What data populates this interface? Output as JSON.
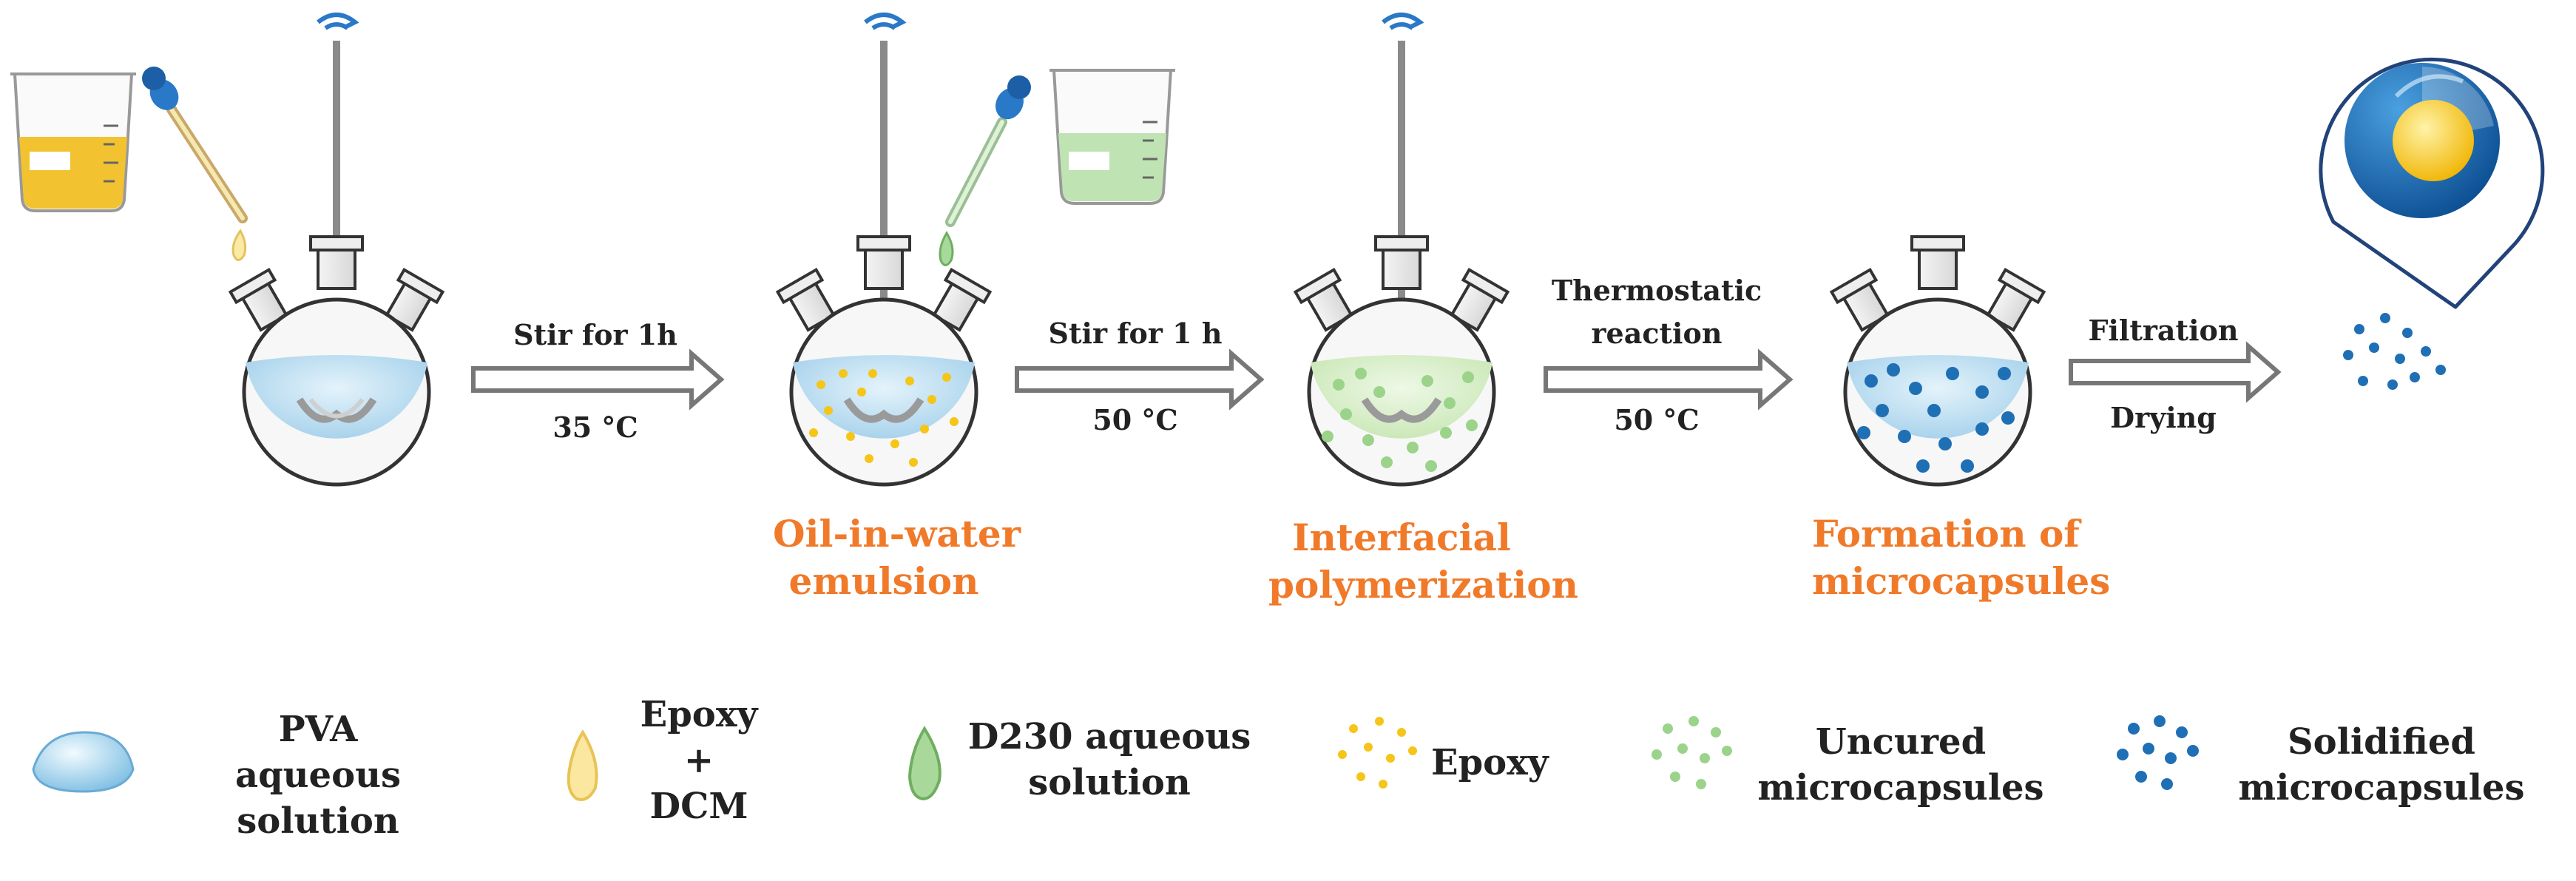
{
  "steps": [
    {
      "top": "Stir for 1h",
      "bottom": "35 °C"
    },
    {
      "top": "Stir for 1 h",
      "bottom": "50 °C"
    },
    {
      "top": "Thermostatic",
      "top2": "reaction",
      "bottom": "50 °C"
    },
    {
      "top": "Filtration",
      "bottom": "Drying"
    }
  ],
  "stage_labels": [
    {
      "line1": "Oil-in-water",
      "line2": "emulsion"
    },
    {
      "line1": "Interfacial",
      "line2": "polymerization"
    },
    {
      "line1": "Formation of",
      "line2": "microcapsules"
    }
  ],
  "legend": [
    {
      "icon": "pva-droplet-icon",
      "lines": [
        "PVA",
        "aqueous",
        "solution"
      ]
    },
    {
      "icon": "epoxy-dcm-drop-icon",
      "lines": [
        "Epoxy",
        "+",
        "DCM"
      ]
    },
    {
      "icon": "d230-drop-icon",
      "lines": [
        "D230 aqueous",
        "solution"
      ]
    },
    {
      "icon": "epoxy-dots-icon",
      "lines": [
        "Epoxy"
      ]
    },
    {
      "icon": "uncured-dots-icon",
      "lines": [
        "Uncured",
        "microcapsules"
      ]
    },
    {
      "icon": "solidified-dots-icon",
      "lines": [
        "Solidified",
        "microcapsules"
      ]
    }
  ],
  "colors": {
    "label_orange": "#f07a2a",
    "epoxy_yellow": "#f5c518",
    "d230_green": "#8cc97a",
    "solid_blue": "#1f6fb5",
    "water_blue": "#bfe0f2",
    "arrow_gray": "#777777"
  }
}
